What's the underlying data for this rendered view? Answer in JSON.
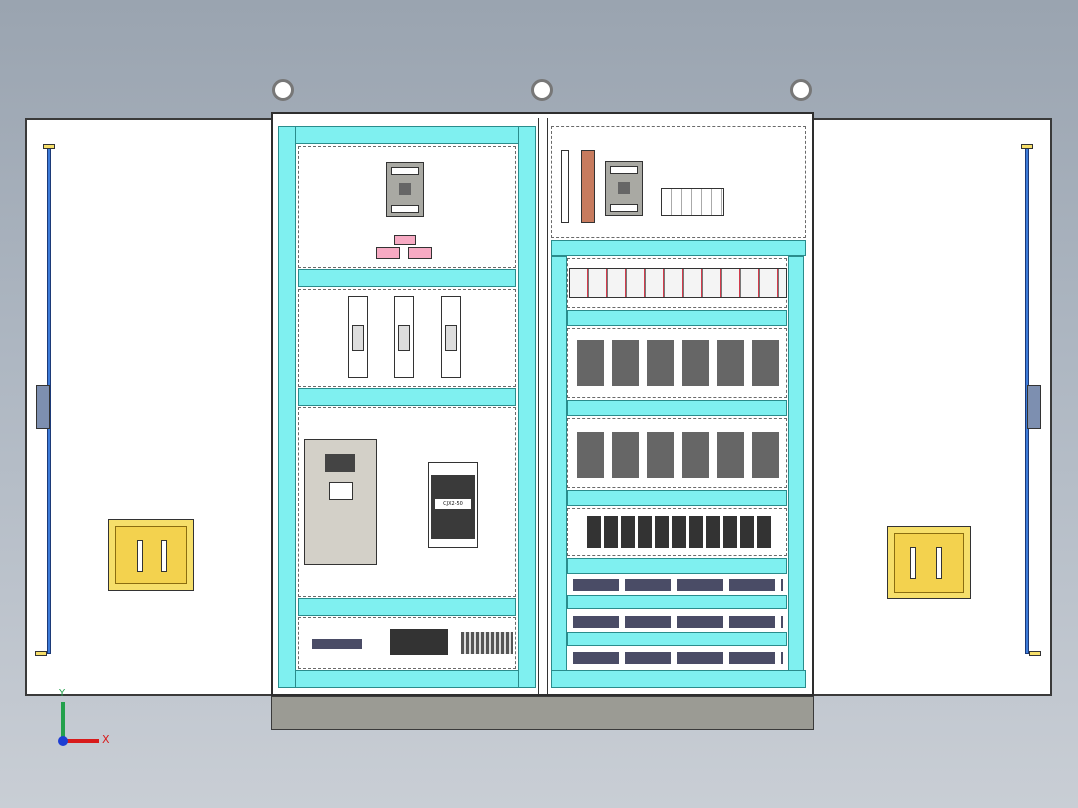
{
  "colors": {
    "background_top": "#9aa4b0",
    "cyan_duct": "#7ff0f0",
    "handle_yellow": "#f6df6a",
    "rod_blue": "#3d7bd8",
    "breaker_grey": "#a9a9a3"
  },
  "contactor": {
    "label": "CJX2-50"
  },
  "soft_starter": {
    "icon": "display-screen-icon"
  },
  "axis": {
    "x_label": "X",
    "y_label": "Y"
  }
}
